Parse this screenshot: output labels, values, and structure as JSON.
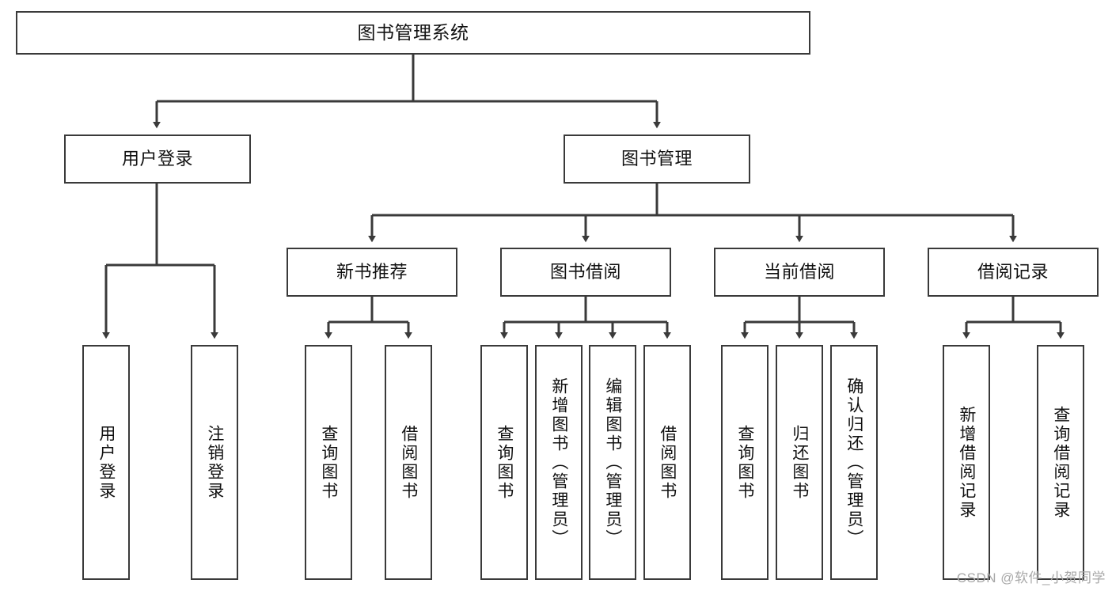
{
  "diagram": {
    "title": "图书管理系统",
    "type": "hierarchy-tree",
    "root": {
      "label": "图书管理系统"
    },
    "level2": [
      {
        "label": "用户登录"
      },
      {
        "label": "图书管理"
      }
    ],
    "level3": [
      {
        "label": "新书推荐"
      },
      {
        "label": "图书借阅"
      },
      {
        "label": "当前借阅"
      },
      {
        "label": "借阅记录"
      }
    ],
    "leaves": {
      "user_login": [
        "用户登录",
        "注销登录"
      ],
      "new_book_recommend": [
        "查询图书",
        "借阅图书"
      ],
      "book_borrow": [
        "查询图书",
        "新增图书（管理员）",
        "编辑图书（管理员）",
        "借阅图书"
      ],
      "current_borrow": [
        "查询图书",
        "归还图书",
        "确认归还（管理员）"
      ],
      "borrow_record": [
        "新增借阅记录",
        "查询借阅记录"
      ]
    }
  },
  "watermark": "CSDN @软件_小贺同学",
  "colors": {
    "border": "#3a3a3a",
    "line": "#3a3a3a",
    "background": "#ffffff",
    "watermark": "#a8a8a8"
  }
}
